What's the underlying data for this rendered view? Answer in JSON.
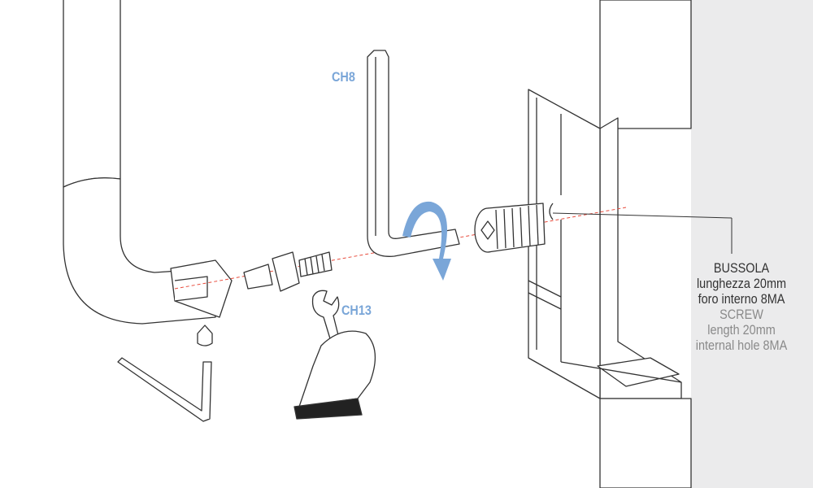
{
  "labels": {
    "allen_key": "CH8",
    "wrench": "CH13"
  },
  "callout": {
    "it_title": "BUSSOLA",
    "it_line1": "lunghezza 20mm",
    "it_line2": "foro interno 8MA",
    "en_title": "SCREW",
    "en_line1": "length 20mm",
    "en_line2": "internal hole 8MA"
  },
  "colors": {
    "accent": "#7aa6d8",
    "axis_line": "#e84c3d",
    "wall": "#ebebec",
    "stroke": "#333333"
  }
}
